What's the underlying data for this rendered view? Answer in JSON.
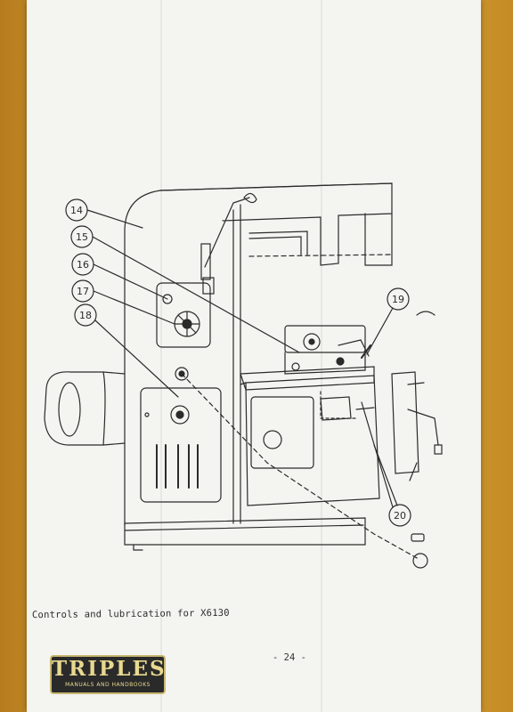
{
  "document": {
    "caption": "Controls and lubrication for X6130",
    "page_number": "- 24 -"
  },
  "callouts": {
    "c14": "14",
    "c15": "15",
    "c16": "16",
    "c17": "17",
    "c18": "18",
    "c19": "19",
    "c20": "20"
  },
  "watermark": {
    "title": "TRIPLES",
    "subtitle": "MANUALS AND HANDBOOKS"
  },
  "colors": {
    "paper": "#f4f4f1",
    "ink": "#2b2b2b",
    "background": "#d9a63a",
    "logo_bg": "#2a2a2a",
    "logo_text": "#e9d98f"
  }
}
